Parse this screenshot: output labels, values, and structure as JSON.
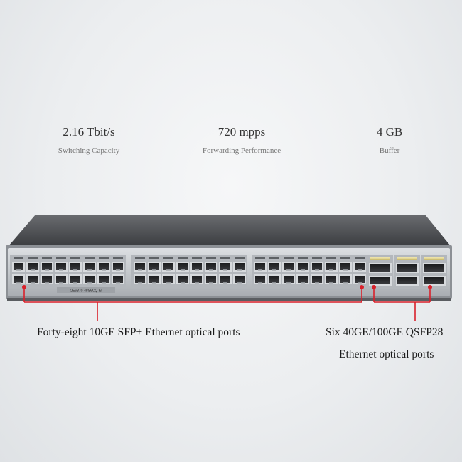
{
  "specs": [
    {
      "value": "2.16 Tbit/s",
      "label": "Switching Capacity"
    },
    {
      "value": "720 mpps",
      "label": "Forwarding Performance"
    },
    {
      "value": "4 GB",
      "label": "Buffer"
    }
  ],
  "device": {
    "model_label": "CE6870-48S6CQ-EI",
    "chassis_color": "#4a4c4f",
    "faceplate_color": "#c9ccd0",
    "callout_color": "#d9202a"
  },
  "callouts": {
    "left": "Forty-eight 10GE SFP+ Ethernet optical ports",
    "right_line1": "Six 40GE/100GE QSFP28",
    "right_line2": "Ethernet optical ports"
  }
}
